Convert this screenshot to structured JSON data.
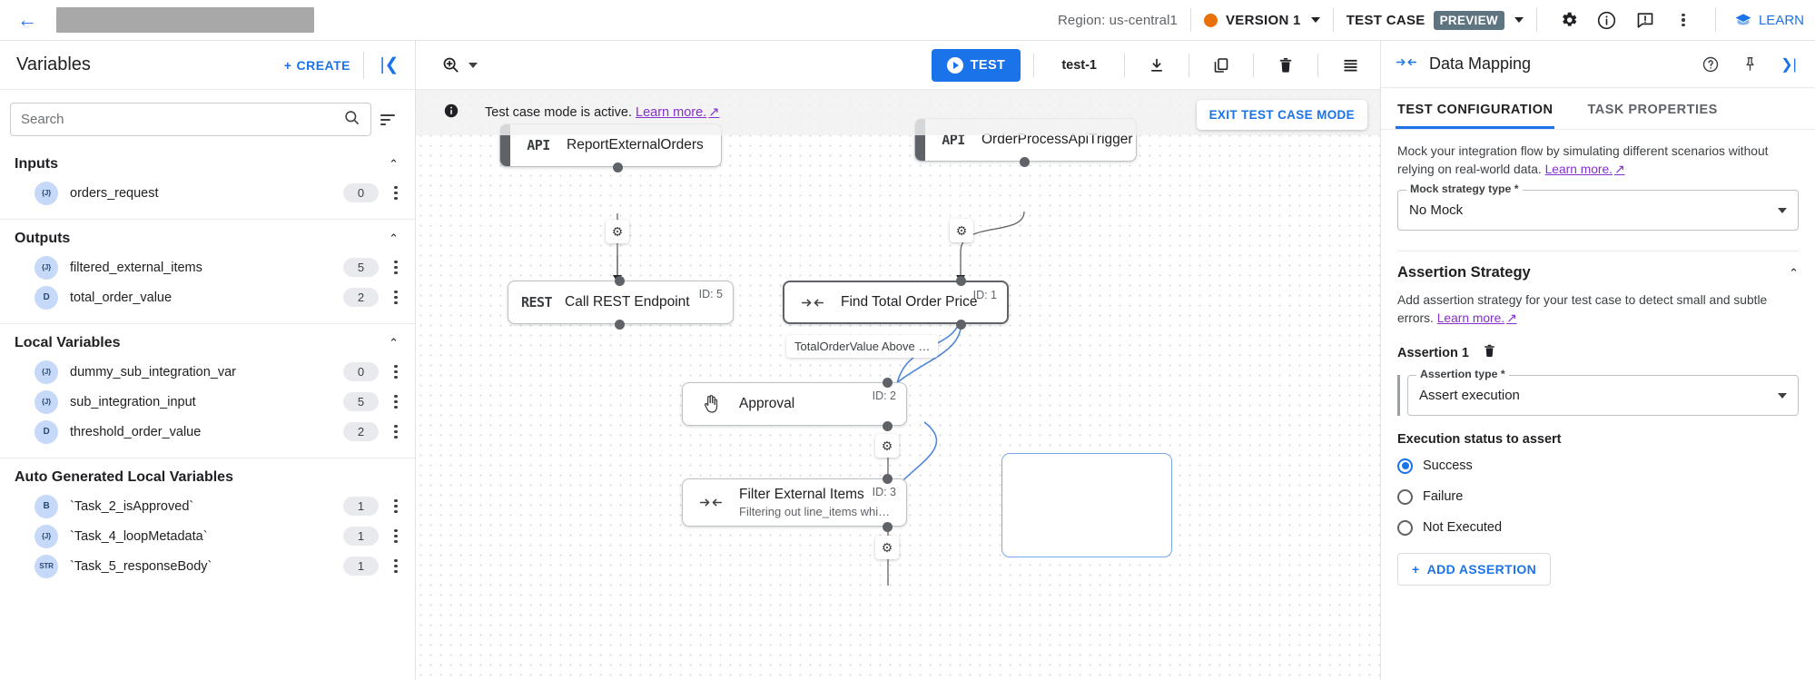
{
  "topbar": {
    "back_icon": "arrow-left-icon",
    "title_redacted": "",
    "region": "Region: us-central1",
    "version_label": "VERSION 1",
    "version_dot_color": "#e8710a",
    "testcase_label": "TEST CASE",
    "preview_badge": "PREVIEW",
    "icons": [
      "gear-icon",
      "info-icon",
      "feedback-icon",
      "more-vert-icon"
    ],
    "learn_label": "LEARN"
  },
  "sidebar": {
    "title": "Variables",
    "create_label": "CREATE",
    "collapse_icon": "collapse-left-icon",
    "search_placeholder": "Search",
    "search_value": "",
    "groups": [
      {
        "title": "Inputs",
        "items": [
          {
            "badge": "{J}",
            "name": "orders_request",
            "count": "0"
          }
        ]
      },
      {
        "title": "Outputs",
        "items": [
          {
            "badge": "{J}",
            "name": "filtered_external_items",
            "count": "5"
          },
          {
            "badge": "D",
            "name": "total_order_value",
            "count": "2"
          }
        ]
      },
      {
        "title": "Local Variables",
        "items": [
          {
            "badge": "{J}",
            "name": "dummy_sub_integration_var",
            "count": "0"
          },
          {
            "badge": "{J}",
            "name": "sub_integration_input",
            "count": "5"
          },
          {
            "badge": "D",
            "name": "threshold_order_value",
            "count": "2"
          }
        ]
      },
      {
        "title": "Auto Generated Local Variables",
        "items": [
          {
            "badge": "B",
            "name": "`Task_2_isApproved`",
            "count": "1"
          },
          {
            "badge": "{J}",
            "name": "`Task_4_loopMetadata`",
            "count": "1"
          },
          {
            "badge": "STR",
            "name": "`Task_5_responseBody`",
            "count": "1"
          }
        ]
      }
    ]
  },
  "canvas": {
    "zoom_icon": "zoom-in-icon",
    "test_label": "TEST",
    "test_name": "test-1",
    "toolbar_icons": [
      "download-icon",
      "copy-icon",
      "delete-icon",
      "logs-icon"
    ],
    "banner": {
      "icon": "info-filled-icon",
      "text": "Test case mode is active.",
      "link": "Learn more.",
      "exit_label": "EXIT TEST CASE MODE"
    },
    "nodes": [
      {
        "icon": "API",
        "icon_kind": "mono",
        "title": "ReportExternalOrders",
        "sub": "",
        "id": "",
        "selected": false,
        "stripe": true
      },
      {
        "icon": "API",
        "icon_kind": "mono",
        "title": "OrderProcessApiTrigger",
        "sub": "",
        "id": "",
        "selected": false,
        "stripe": true
      },
      {
        "icon": "REST",
        "icon_kind": "mono",
        "title": "Call REST Endpoint",
        "sub": "",
        "id": "ID: 5",
        "selected": false,
        "stripe": false
      },
      {
        "icon": "→←",
        "icon_kind": "glyph",
        "title": "Find Total Order Price",
        "sub": "",
        "id": "ID: 1",
        "selected": true,
        "stripe": false
      },
      {
        "icon": "✋",
        "icon_kind": "glyph",
        "title": "Approval",
        "sub": "",
        "id": "ID: 2",
        "selected": false,
        "stripe": false
      },
      {
        "icon": "→←",
        "icon_kind": "glyph",
        "title": "Filter External Items",
        "sub": "Filtering out line_items whi…",
        "id": "ID: 3",
        "selected": false,
        "stripe": false
      }
    ],
    "edge_label": "TotalOrderValue Above …"
  },
  "right_panel": {
    "header_icon": "data-mapping-icon",
    "title": "Data Mapping",
    "icons": [
      "help-icon",
      "pin-icon",
      "collapse-right-icon"
    ],
    "tabs": [
      {
        "label": "TEST CONFIGURATION",
        "active": true
      },
      {
        "label": "TASK PROPERTIES",
        "active": false
      }
    ],
    "mock_desc": "Mock your integration flow by simulating different scenarios without relying on real-world data.",
    "mock_link": "Learn more.",
    "mock_field_label": "Mock strategy type *",
    "mock_field_value": "No Mock",
    "assertion_section_title": "Assertion Strategy",
    "assertion_desc": "Add assertion strategy for your test case to detect small and subtle errors.",
    "assertion_link": "Learn more.",
    "assertion_item_label": "Assertion 1",
    "assertion_delete_icon": "trash-icon",
    "assertion_type_label": "Assertion type *",
    "assertion_type_value": "Assert execution",
    "status_group_label": "Execution status to assert",
    "status_options": [
      {
        "label": "Success",
        "selected": true
      },
      {
        "label": "Failure",
        "selected": false
      },
      {
        "label": "Not Executed",
        "selected": false
      }
    ],
    "add_assertion_label": "ADD ASSERTION"
  }
}
